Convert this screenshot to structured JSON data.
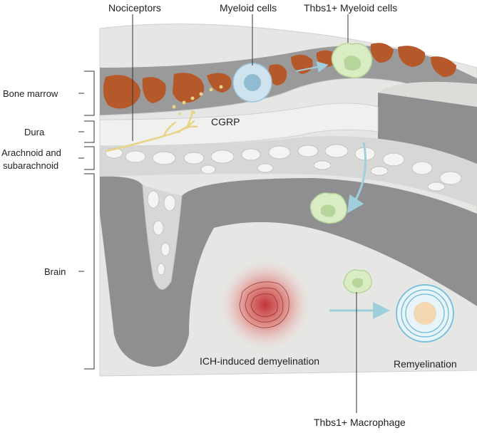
{
  "labels": {
    "nociceptors": "Nociceptors",
    "myeloid_cells": "Myeloid cells",
    "thbs1_myeloid_cells": "Thbs1+ Myeloid cells",
    "cgrp": "CGRP",
    "ich_demyelination": "ICH-induced demyelination",
    "remyelination": "Remyelination",
    "thbs1_macrophage": "Thbs1+ Macrophage"
  },
  "layers": {
    "bone_marrow": "Bone marrow",
    "dura": "Dura",
    "arachnoid_line1": "Arachnoid and",
    "arachnoid_line2": "subarachnoid",
    "brain": "Brain"
  },
  "colors": {
    "bone_marrow_tissue": "#b5582a",
    "marrow_band": "#9a9a9a",
    "brain_surface": "#8f8f91",
    "tissue_light": "#e6e7e4",
    "nociceptor": "#e7d489",
    "myeloid_cell": "#cfe3ef",
    "thbs1_cell": "#d9ecc4",
    "lesion": "#c0282e",
    "remyelination_ring": "#7cc0dc",
    "arrow": "#9fcfdc"
  }
}
